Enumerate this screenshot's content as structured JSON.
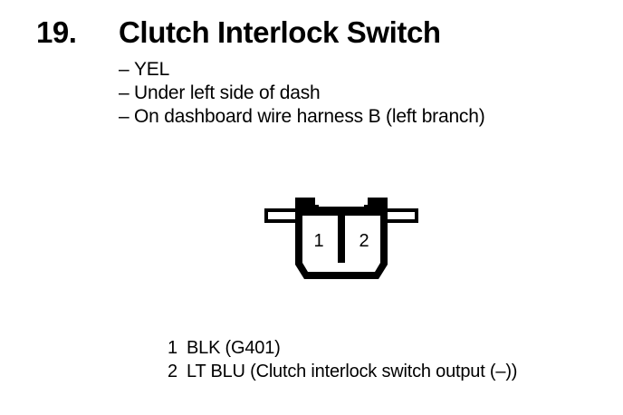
{
  "page": {
    "background_color": "#ffffff",
    "ink_color": "#000000"
  },
  "header": {
    "number": "19.",
    "title": "Clutch Interlock Switch"
  },
  "details": {
    "bullet_marker": "–",
    "items": [
      "YEL",
      "Under left side of dash",
      "On dashboard wire harness B (left branch)"
    ]
  },
  "connector": {
    "name": "two-cavity-connector",
    "cavity_count": 2,
    "cavities": [
      {
        "number": "1"
      },
      {
        "number": "2"
      }
    ]
  },
  "pin_legend": {
    "rows": [
      {
        "number": "1",
        "description": "BLK (G401)"
      },
      {
        "number": "2",
        "description": "LT BLU (Clutch interlock switch output (–))"
      }
    ]
  }
}
